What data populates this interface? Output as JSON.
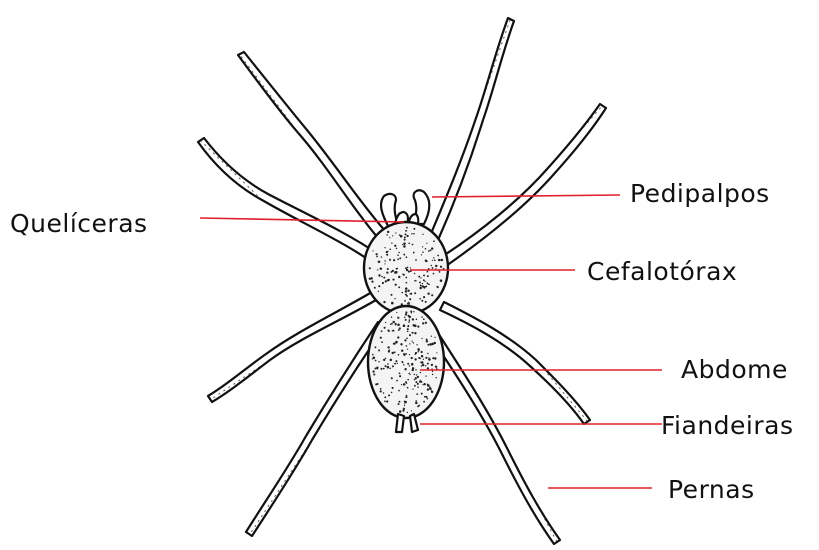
{
  "diagram": {
    "labels": [
      {
        "key": "quelíceras",
        "text": "Quelíceras"
      },
      {
        "key": "pedipalpos",
        "text": "Pedipalpos"
      },
      {
        "key": "cefalotorax",
        "text": "Cefalotórax"
      },
      {
        "key": "abdome",
        "text": "Abdome"
      },
      {
        "key": "fiandeiras",
        "text": "Fiandeiras"
      },
      {
        "key": "pernas",
        "text": "Pernas"
      }
    ],
    "colors": {
      "leader_line": "#e0202a",
      "ink": "#111111",
      "background": "#ffffff"
    }
  }
}
